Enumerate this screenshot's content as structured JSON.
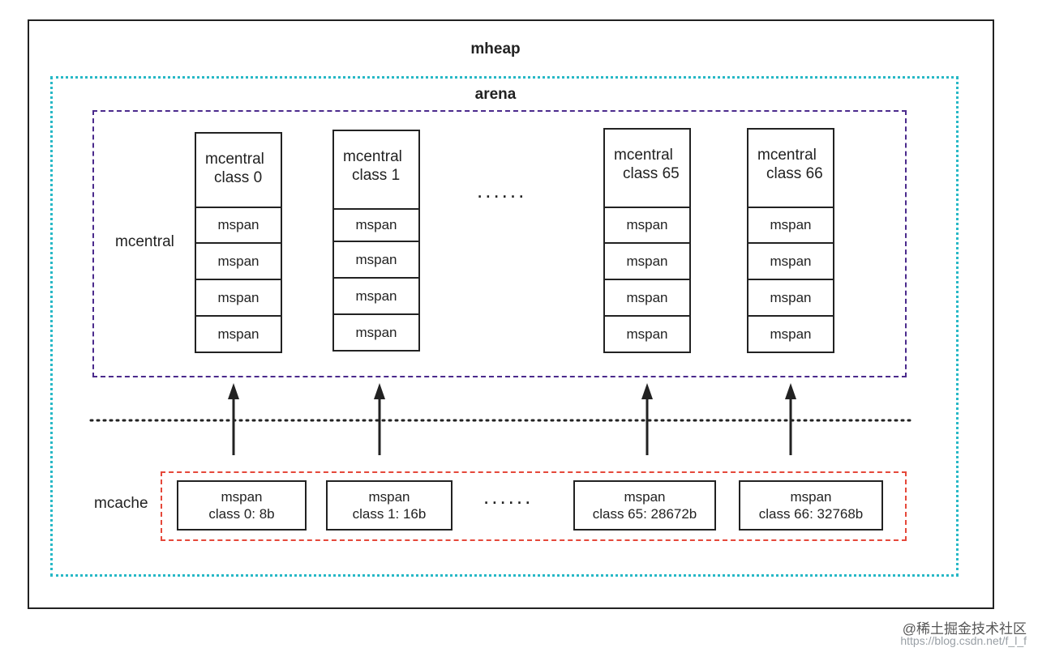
{
  "diagram": {
    "mheap_title": "mheap",
    "arena_title": "arena",
    "mcentral_label": "mcentral",
    "mcache_label": "mcache",
    "ellipsis": "......",
    "span_label": "mspan",
    "central_heads": [
      {
        "line1": "mcentral",
        "line2": "class 0"
      },
      {
        "line1": "mcentral",
        "line2": "class 1"
      },
      {
        "line1": "mcentral",
        "line2": "class 65"
      },
      {
        "line1": "mcentral",
        "line2": "class 66"
      }
    ],
    "cache_items": [
      {
        "line1": "mspan",
        "line2": "class 0: 8b"
      },
      {
        "line1": "mspan",
        "line2": "class 1: 16b"
      },
      {
        "line1": "mspan",
        "line2": "class 65: 28672b"
      },
      {
        "line1": "mspan",
        "line2": "class 66: 32768b"
      }
    ]
  },
  "watermark": {
    "brand": "@稀土掘金技术社区",
    "url": "https://blog.csdn.net/f_l_f"
  },
  "colors": {
    "arena_border": "#27b8c6",
    "mcentral_border": "#4b2a8c",
    "mcache_border": "#e5483a"
  }
}
